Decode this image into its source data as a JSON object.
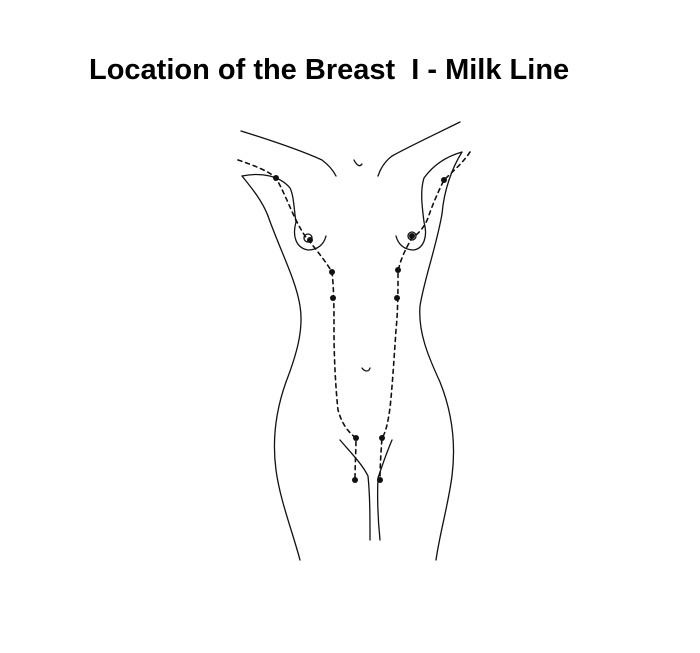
{
  "slide": {
    "title": "Location of the Breast  I - Milk Line"
  },
  "figure": {
    "subject": "female torso line drawing",
    "milk_line_style": "dashed",
    "marker_style": "filled-dot",
    "ink_color": "#111111",
    "background_color": "#ffffff"
  }
}
